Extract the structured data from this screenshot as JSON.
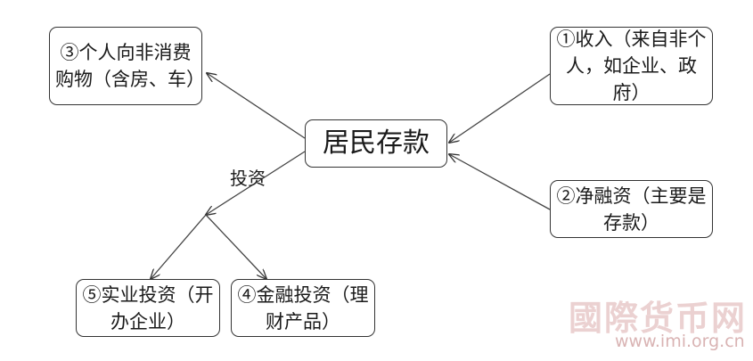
{
  "nodes": {
    "center": "居民存款",
    "income": "①收入（来自非个人，如企业、政府）",
    "net_financing": "②净融资（主要是存款）",
    "consumption": "③个人向非消费购物（含房、车）",
    "financial_investment": "④金融投资（理财产品）",
    "real_investment": "⑤实业投资（开办企业）"
  },
  "edge_labels": {
    "investment": "投资"
  },
  "watermark": {
    "logo": "國際货币网",
    "url": "www.imi.org.cn"
  }
}
